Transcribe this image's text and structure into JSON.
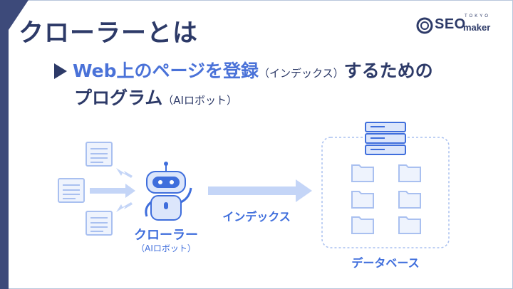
{
  "title": "クローラーとは",
  "logo": {
    "main": "SEO",
    "sub": "maker",
    "tokyo": "TOKYO"
  },
  "definition": {
    "highlight": "Web上のページを登録",
    "paren1": "（インデックス）",
    "rest1": "するための",
    "line2": "プログラム",
    "paren2": "（AIロボット）"
  },
  "diagram": {
    "crawler_label": "クローラー",
    "crawler_sub": "（AIロボット）",
    "arrow_label": "インデックス",
    "database_label": "データベース"
  },
  "colors": {
    "navy": "#2d3a68",
    "accent_blue": "#4a72d8",
    "light_blue": "#a9c0f0",
    "pale_blue": "#dce6fb"
  }
}
